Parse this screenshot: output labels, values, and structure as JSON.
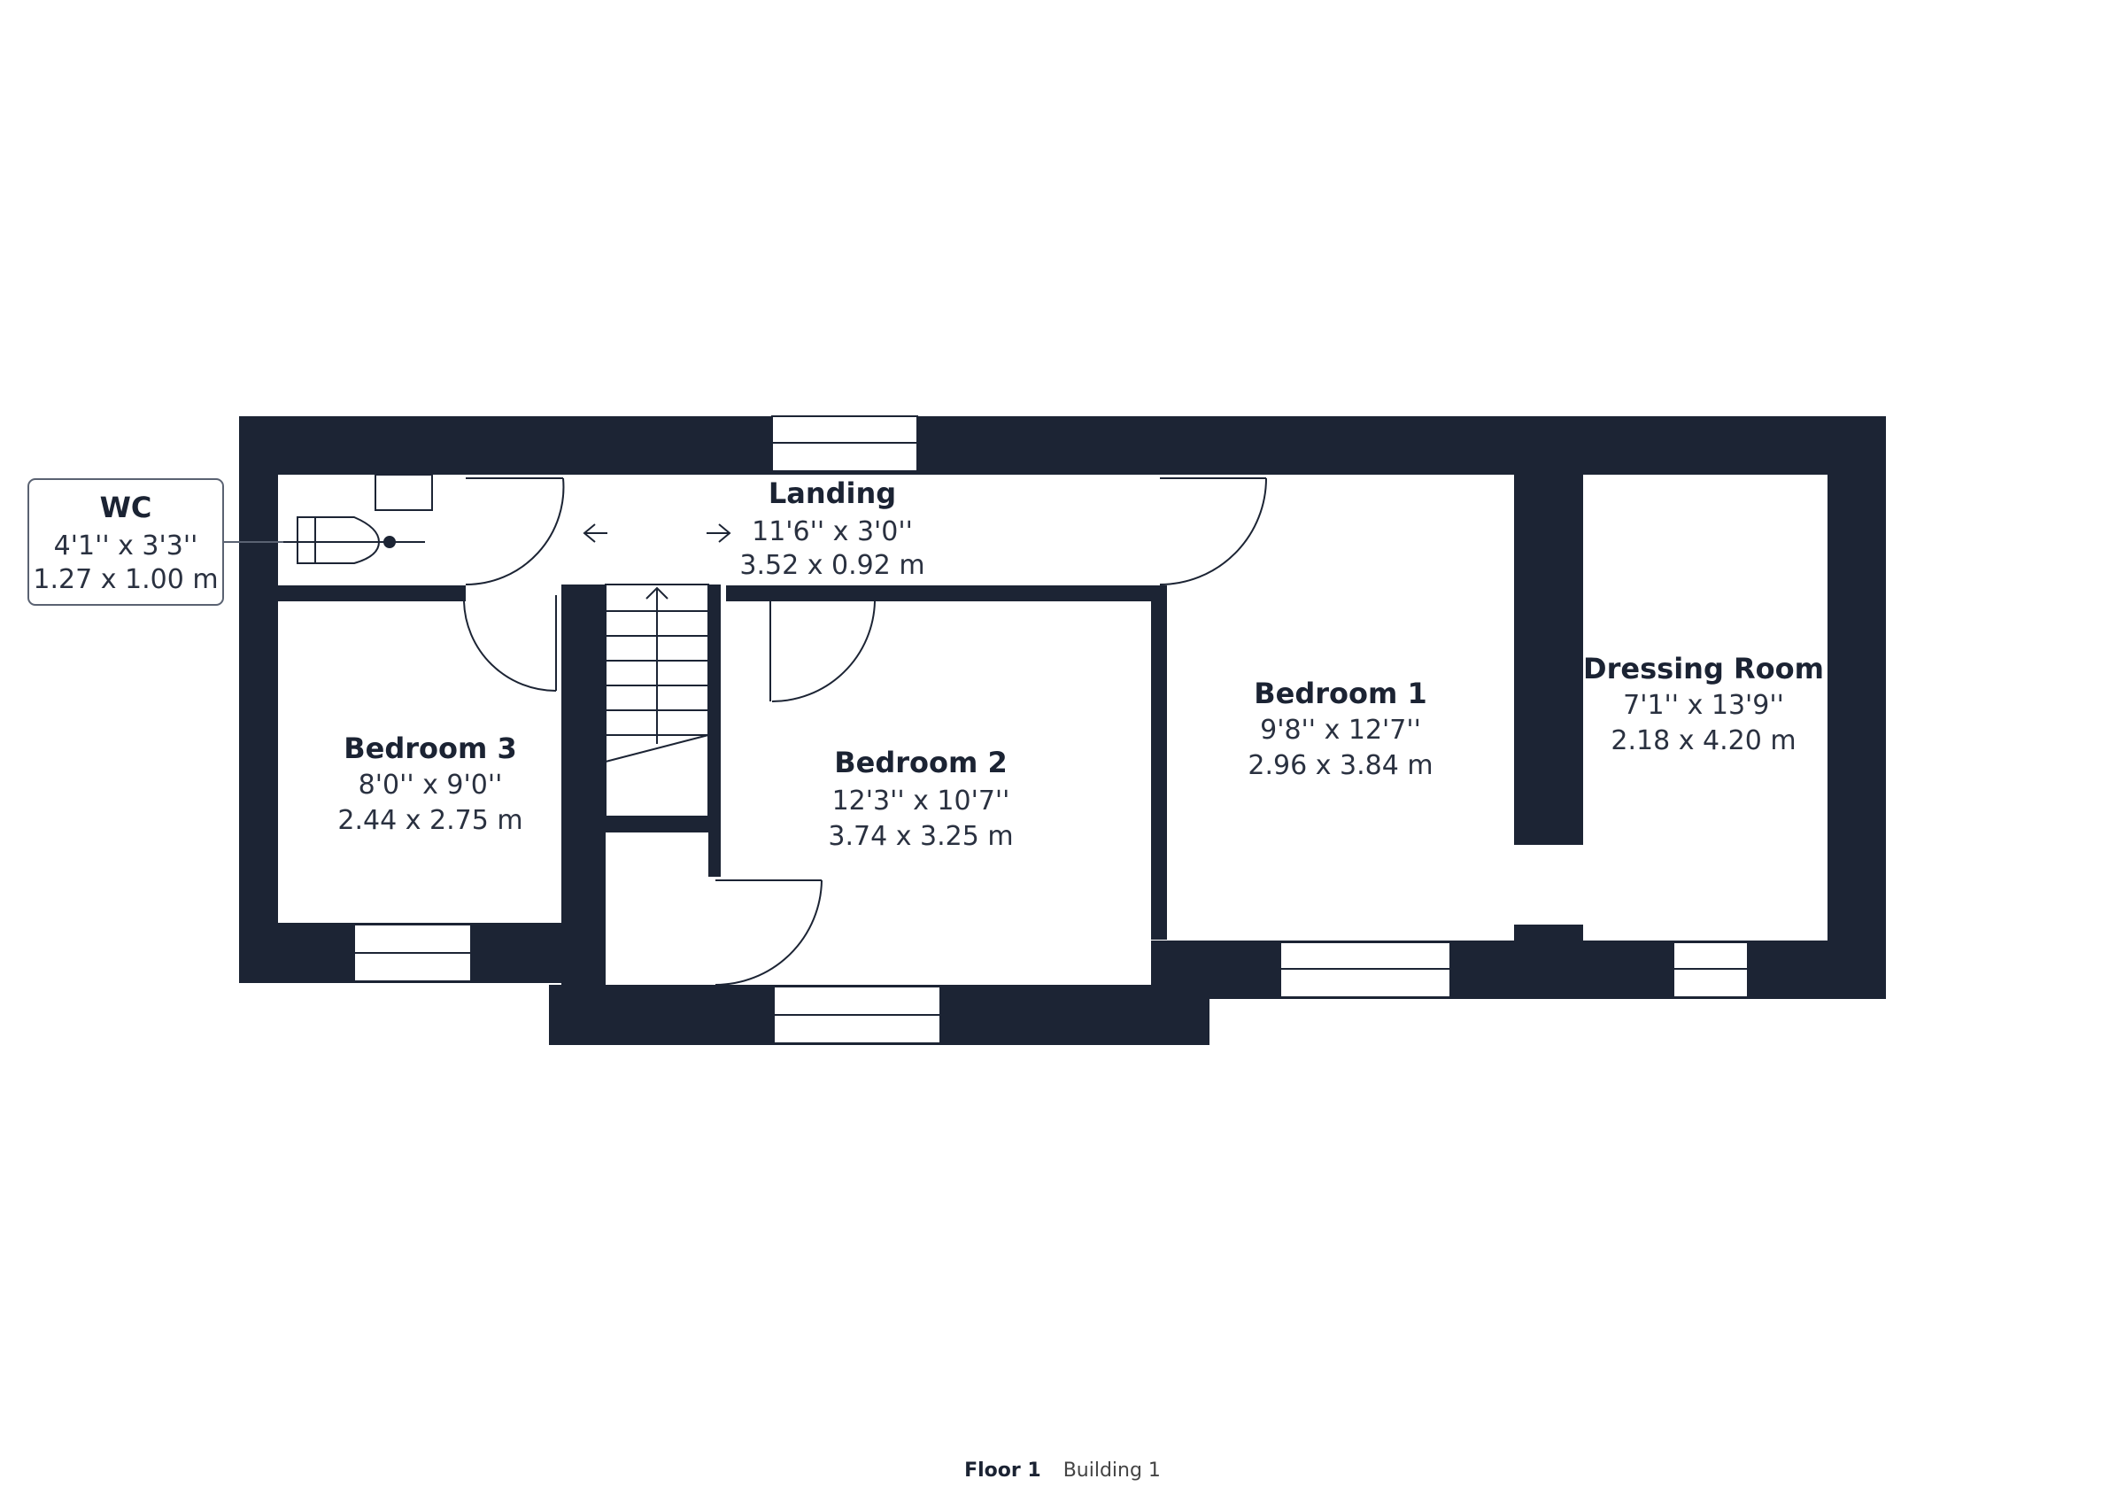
{
  "colors": {
    "wall": "#1c2434",
    "background": "#ffffff",
    "line": "#1c2434"
  },
  "rooms": {
    "wc": {
      "name": "WC",
      "imperial": "4'1'' x 3'3''",
      "metric": "1.27 x 1.00 m"
    },
    "landing": {
      "name": "Landing",
      "imperial": "11'6'' x 3'0''",
      "metric": "3.52 x 0.92 m"
    },
    "bedroom3": {
      "name": "Bedroom 3",
      "imperial": "8'0'' x 9'0''",
      "metric": "2.44 x 2.75 m"
    },
    "bedroom2": {
      "name": "Bedroom 2",
      "imperial": "12'3'' x 10'7''",
      "metric": "3.74 x 3.25 m"
    },
    "bedroom1": {
      "name": "Bedroom 1",
      "imperial": "9'8'' x 12'7''",
      "metric": "2.96 x 3.84 m"
    },
    "dressing": {
      "name": "Dressing Room",
      "imperial": "7'1'' x 13'9''",
      "metric": "2.18 x 4.20 m"
    }
  },
  "footer": {
    "floor": "Floor 1",
    "building": "Building 1"
  }
}
